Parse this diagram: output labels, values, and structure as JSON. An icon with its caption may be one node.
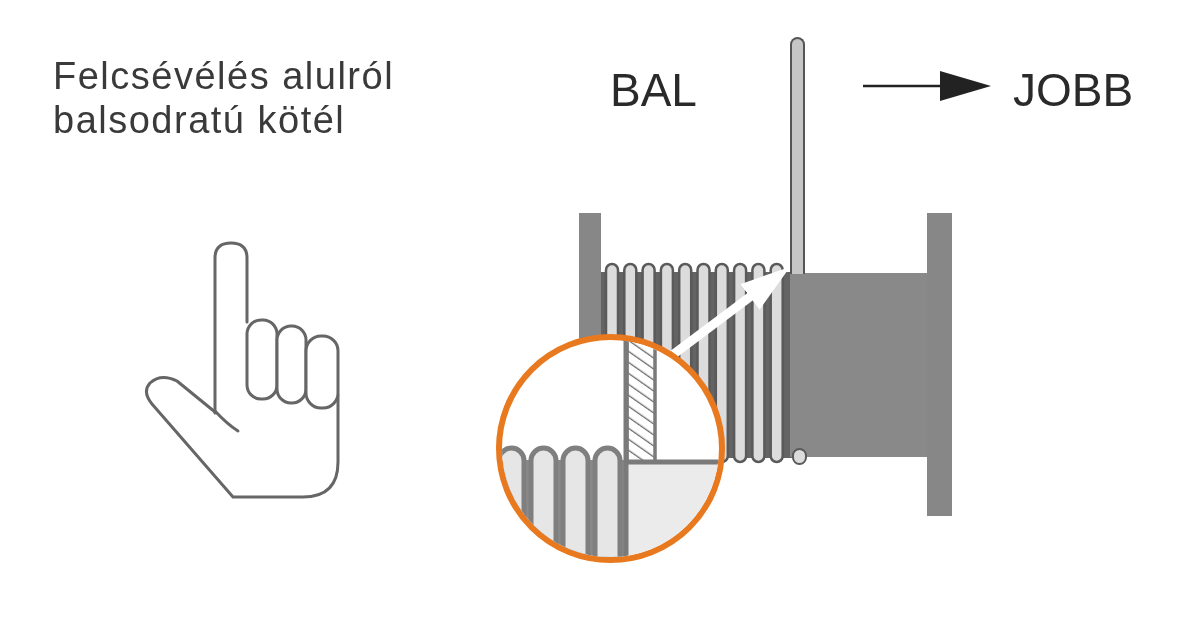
{
  "diagram": {
    "title": "Felcsévélés alulról balsodratú kötél",
    "nodes": [
      {
        "text": [],
        "shape": "circle"
      },
      {
        "text": [],
        "shape": "bar"
      }
    ],
    "edges": [
      {
        "from": 0,
        "to": 1,
        "arrow": "to",
        "color": "#ffffff"
      }
    ],
    "labels": [
      "BAL",
      "JOBB"
    ]
  }
}
